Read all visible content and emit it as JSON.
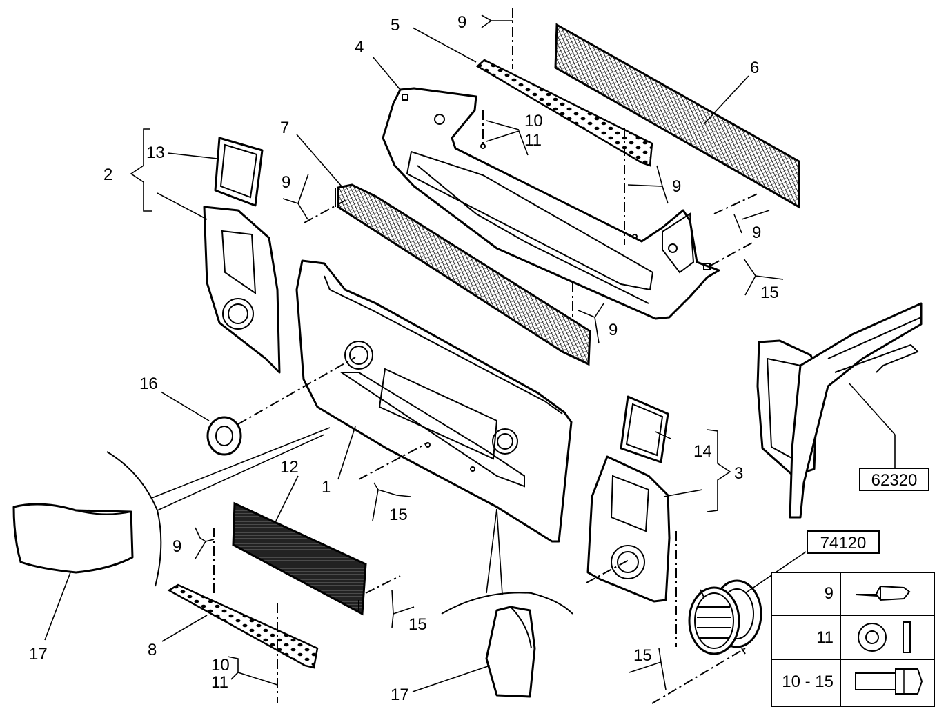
{
  "callouts": {
    "c1": "1",
    "c2": "2",
    "c3": "3",
    "c4": "4",
    "c5": "5",
    "c6": "6",
    "c7": "7",
    "c8": "8",
    "c9": "9",
    "c10": "10",
    "c11": "11",
    "c12": "12",
    "c13": "13",
    "c14": "14",
    "c15": "15",
    "c16": "16",
    "c17": "17"
  },
  "references": {
    "ref_a": "62320",
    "ref_b": "74120"
  },
  "legend": {
    "rows": [
      {
        "key": "9",
        "icon": "rivet-icon"
      },
      {
        "key": "11",
        "icon": "washer-icon"
      },
      {
        "key": "10 - 15",
        "icon": "bolt-icon"
      }
    ]
  }
}
